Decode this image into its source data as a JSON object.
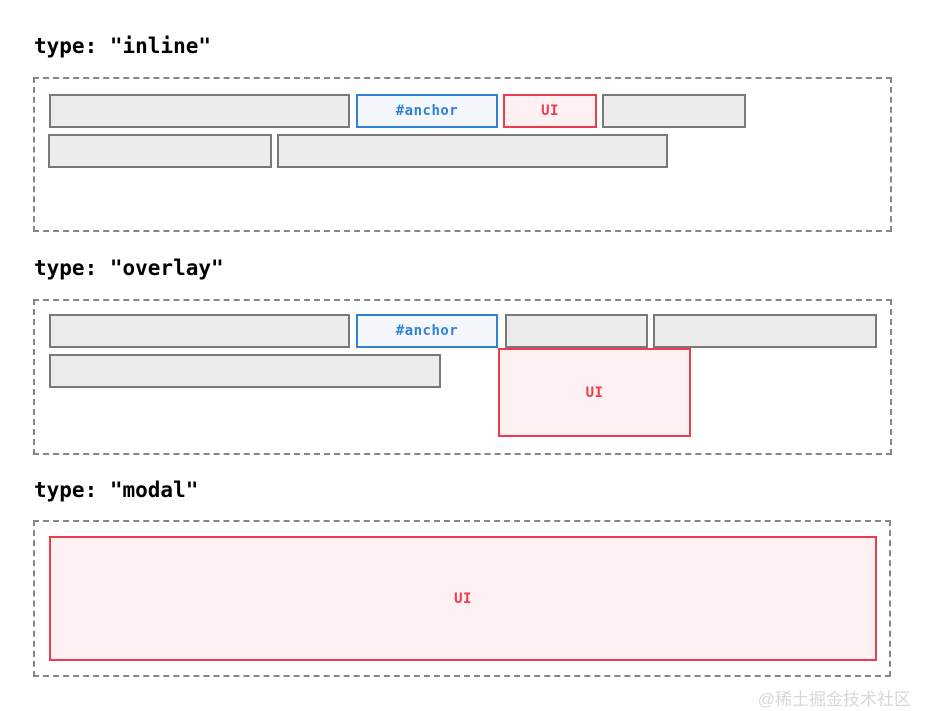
{
  "diagram": {
    "sections": [
      {
        "id": "inline",
        "title": "type: \"inline\"",
        "anchor_label": "#anchor",
        "ui_label": "UI"
      },
      {
        "id": "overlay",
        "title": "type: \"overlay\"",
        "anchor_label": "#anchor",
        "ui_label": "UI"
      },
      {
        "id": "modal",
        "title": "type: \"modal\"",
        "ui_label": "UI"
      }
    ],
    "colors": {
      "anchor_border": "#2f82d6",
      "anchor_background": "#f4f8fd",
      "anchor_text": "#2f82d6",
      "ui_border": "#ef3b4f",
      "ui_background": "#fdf1f2",
      "ui_text": "#ef3b4f",
      "placeholder_background": "#ececec",
      "placeholder_border": "#797979",
      "viewport_dashed_border": "#868686",
      "title_text": "#000000",
      "watermark_text": "#d8d8d8"
    },
    "watermark": "@稀土掘金技术社区"
  }
}
